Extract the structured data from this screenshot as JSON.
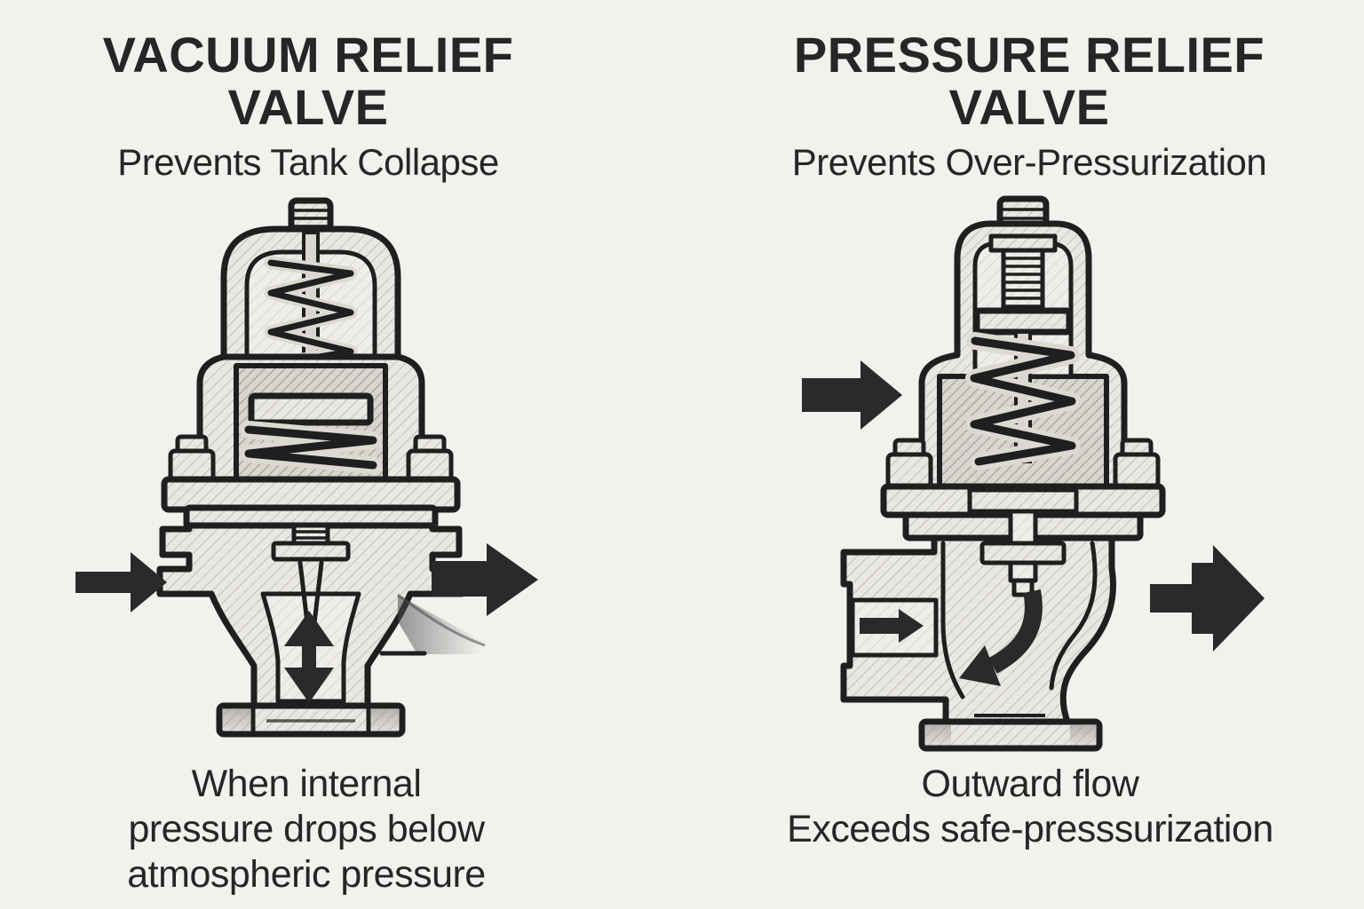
{
  "theme": {
    "background": "#f2f1ee",
    "ink": "#1f1f1f",
    "text": "#262626",
    "arrow": "#2a2a2a"
  },
  "left_panel": {
    "title_lines": [
      "VACUUM RELIEF",
      "VALVE"
    ],
    "subtitle": "Prevents Tank Collapse",
    "caption_lines": [
      "When internal",
      "pressure drops below",
      "atmospheric pressure"
    ]
  },
  "right_panel": {
    "title_lines": [
      "PRESSURE RELIEF",
      "VALVE"
    ],
    "subtitle": "Prevents Over-Pressurization",
    "caption_lines": [
      "Outward flow",
      "Exceeds safe-presssurization"
    ]
  }
}
